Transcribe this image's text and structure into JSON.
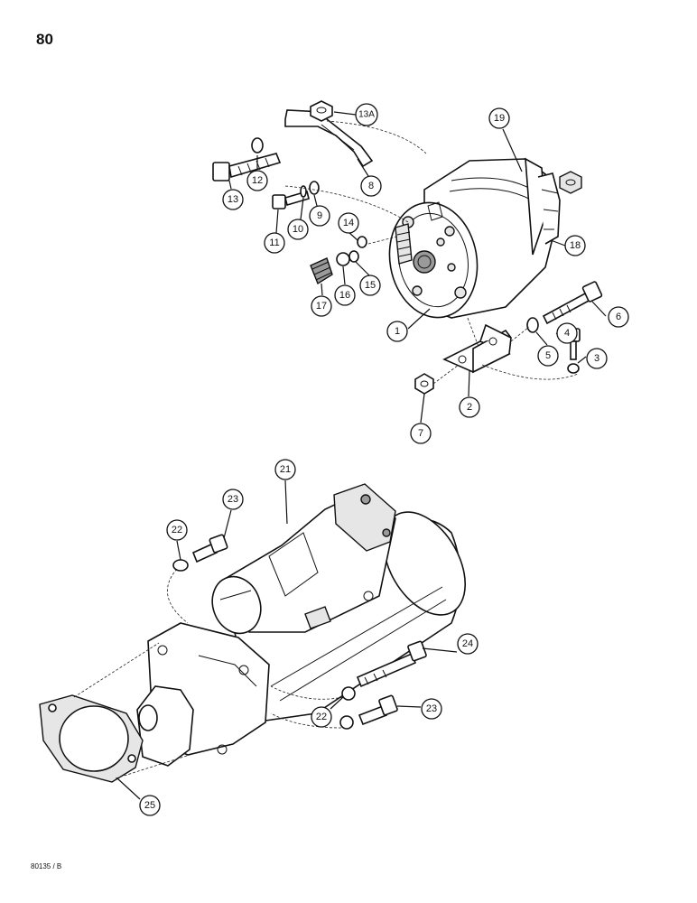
{
  "page": {
    "page_number": "80",
    "figure_code": "80135 / B"
  },
  "callouts": [
    {
      "id": "1",
      "label": "1"
    },
    {
      "id": "2",
      "label": "2"
    },
    {
      "id": "3",
      "label": "3"
    },
    {
      "id": "4",
      "label": "4"
    },
    {
      "id": "5",
      "label": "5"
    },
    {
      "id": "6",
      "label": "6"
    },
    {
      "id": "7",
      "label": "7"
    },
    {
      "id": "8",
      "label": "8"
    },
    {
      "id": "9",
      "label": "9"
    },
    {
      "id": "10",
      "label": "10"
    },
    {
      "id": "11",
      "label": "11"
    },
    {
      "id": "12",
      "label": "12"
    },
    {
      "id": "13",
      "label": "13"
    },
    {
      "id": "13A",
      "label": "13A"
    },
    {
      "id": "14",
      "label": "14"
    },
    {
      "id": "15",
      "label": "15"
    },
    {
      "id": "16",
      "label": "16"
    },
    {
      "id": "17",
      "label": "17"
    },
    {
      "id": "18",
      "label": "18"
    },
    {
      "id": "19",
      "label": "19"
    },
    {
      "id": "21",
      "label": "21"
    },
    {
      "id": "22a",
      "label": "22"
    },
    {
      "id": "23a",
      "label": "23"
    },
    {
      "id": "24",
      "label": "24"
    },
    {
      "id": "22b",
      "label": "22"
    },
    {
      "id": "23b",
      "label": "23"
    },
    {
      "id": "25",
      "label": "25"
    }
  ]
}
